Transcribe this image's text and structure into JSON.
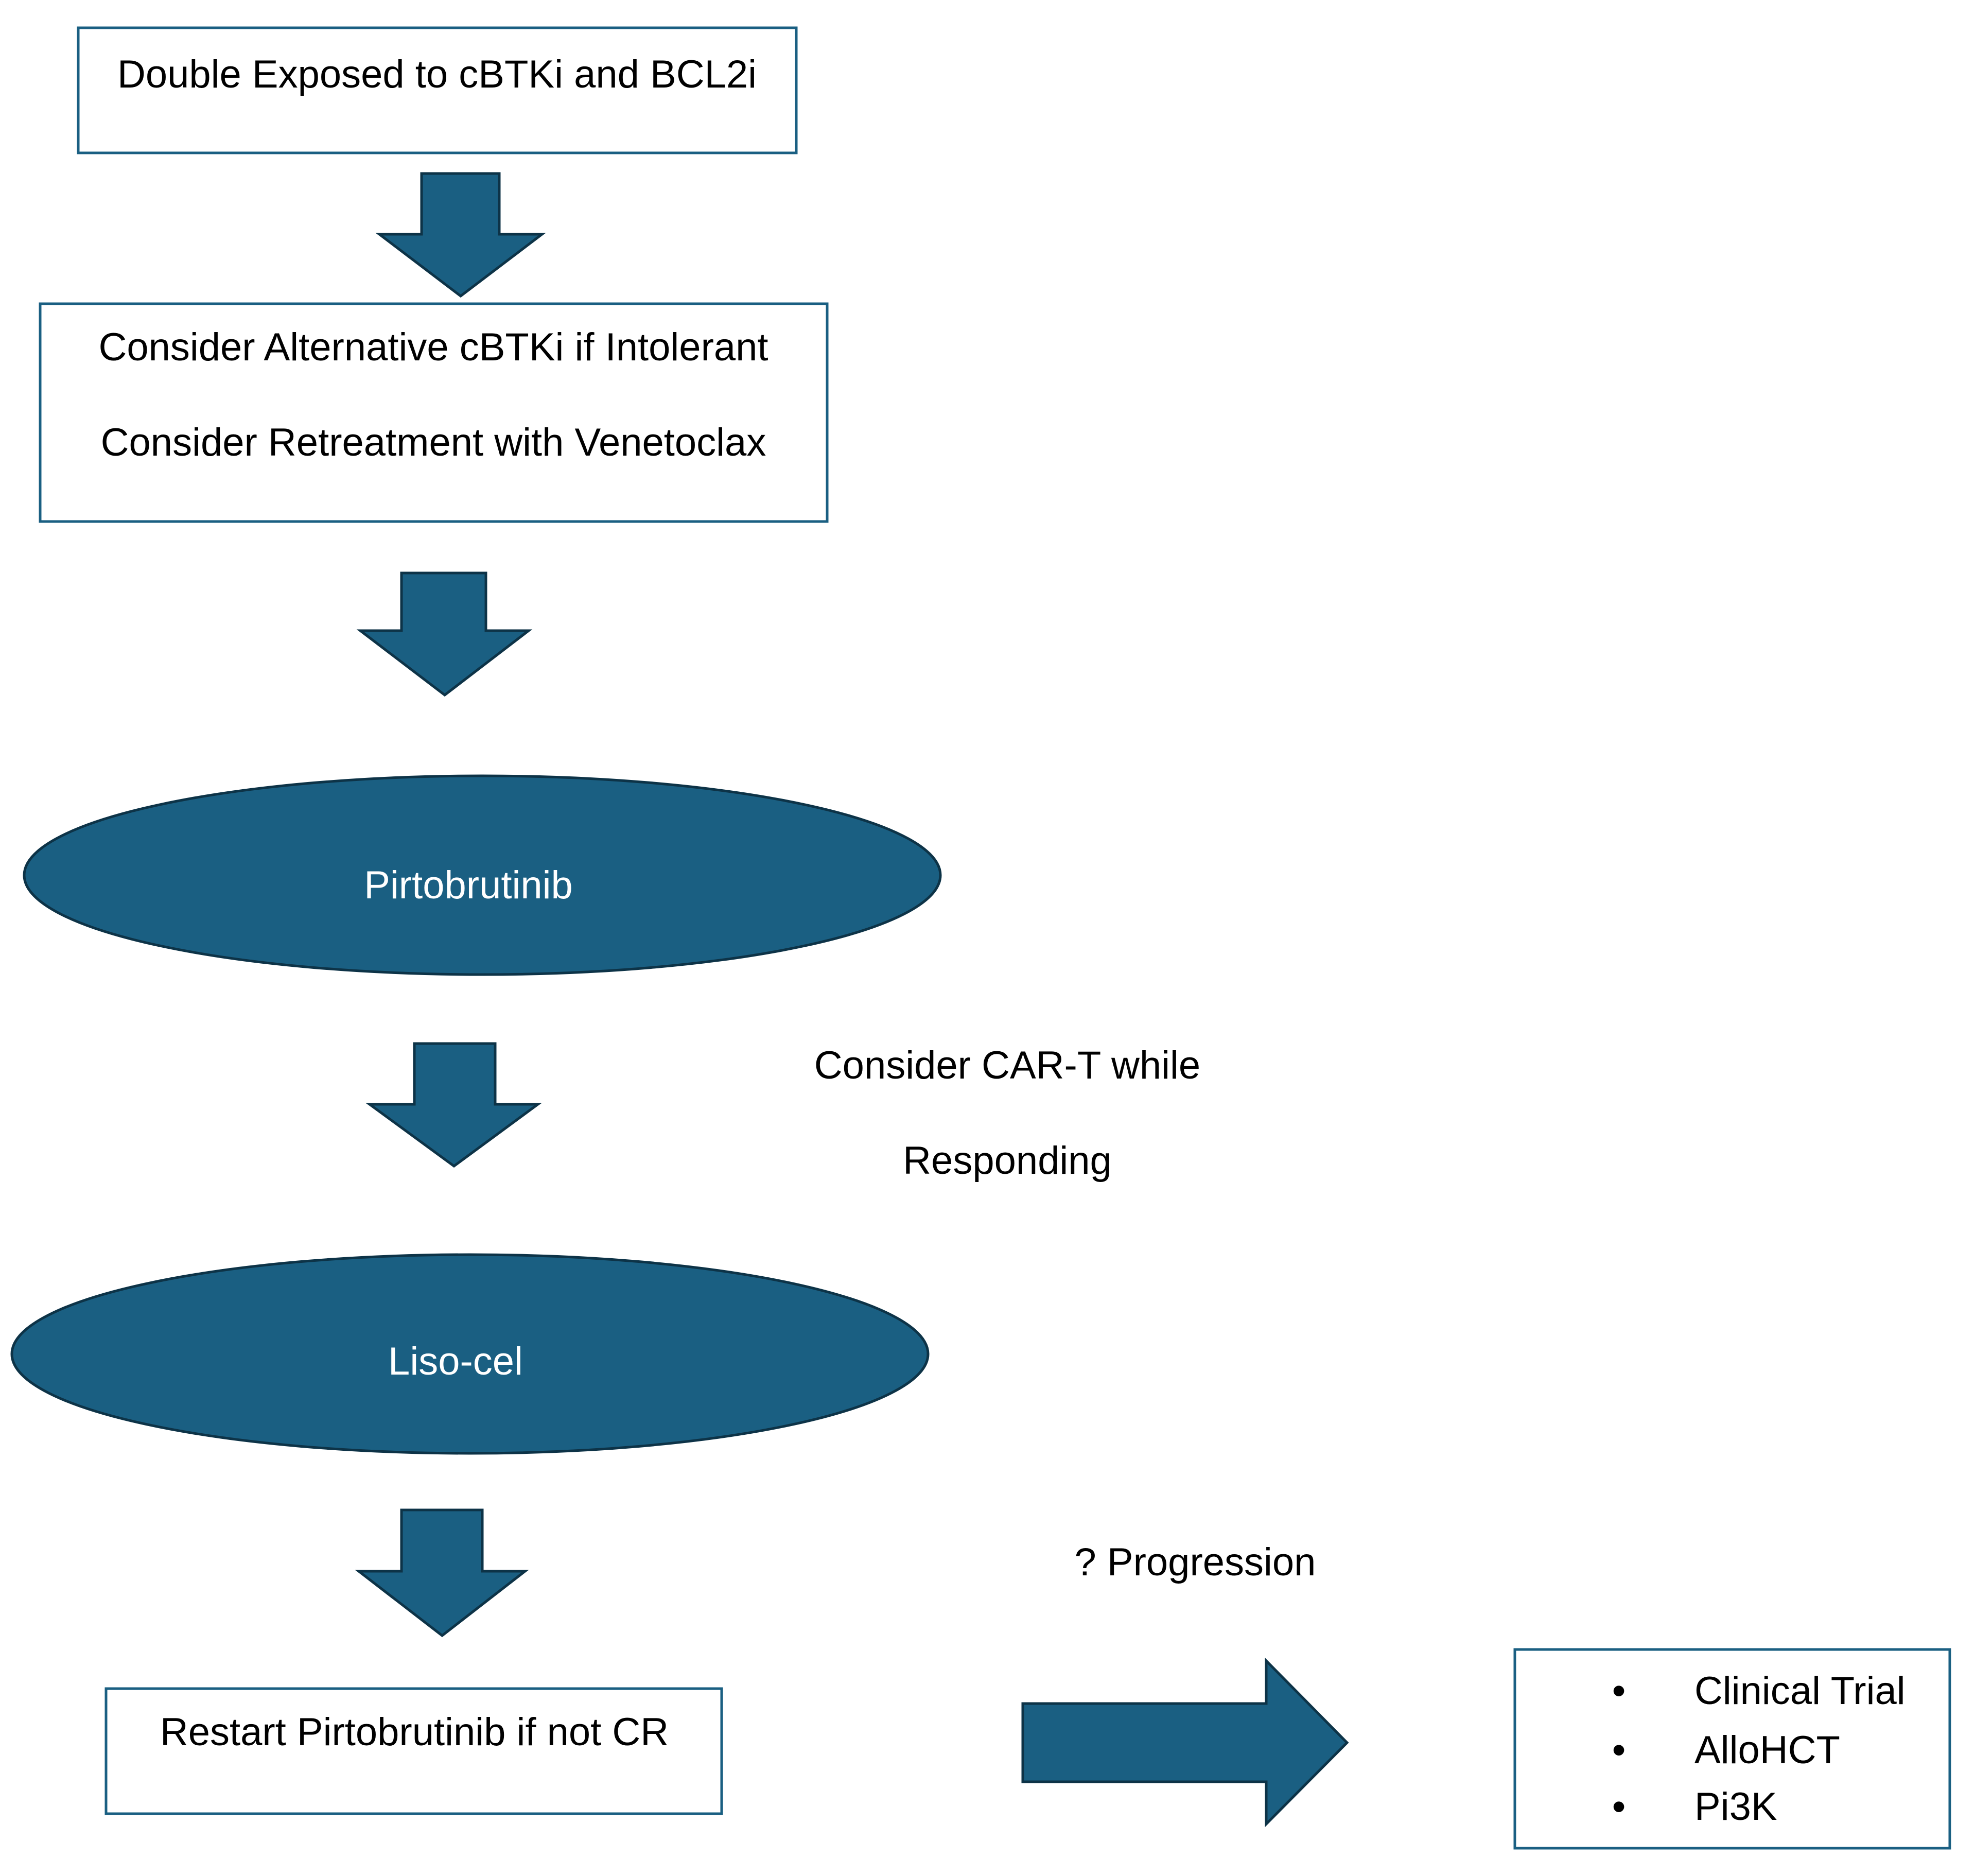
{
  "colors": {
    "shape_fill": "#1a5f82",
    "shape_stroke": "#0d3347",
    "box_border": "#1a5f82",
    "box_text": "#000000",
    "oval_text": "#ffffff"
  },
  "nodes": {
    "start_box": {
      "text": "Double Exposed to cBTKi and BCL2i"
    },
    "consider_box": {
      "line1": "Consider Alternative cBTKi if Intolerant",
      "line2": "Consider Retreatment with Venetoclax"
    },
    "pirtobrutinib_oval": {
      "text": "Pirtobrutinib"
    },
    "car_t_note": {
      "line1": "Consider CAR-T while",
      "line2": "Responding"
    },
    "liso_cel_oval": {
      "text": "Liso-cel"
    },
    "progression_note": {
      "text": "? Progression"
    },
    "restart_box": {
      "text": "Restart Pirtobrutinib if not CR"
    },
    "options_box": {
      "bullet": "•",
      "items": [
        "Clinical Trial",
        "AlloHCT",
        "Pi3K"
      ]
    }
  },
  "arrows": [
    {
      "name": "arrow-down-1",
      "icon": "down-arrow"
    },
    {
      "name": "arrow-down-2",
      "icon": "down-arrow"
    },
    {
      "name": "arrow-down-3",
      "icon": "down-arrow"
    },
    {
      "name": "arrow-down-4",
      "icon": "down-arrow"
    },
    {
      "name": "arrow-right",
      "icon": "right-arrow"
    }
  ]
}
